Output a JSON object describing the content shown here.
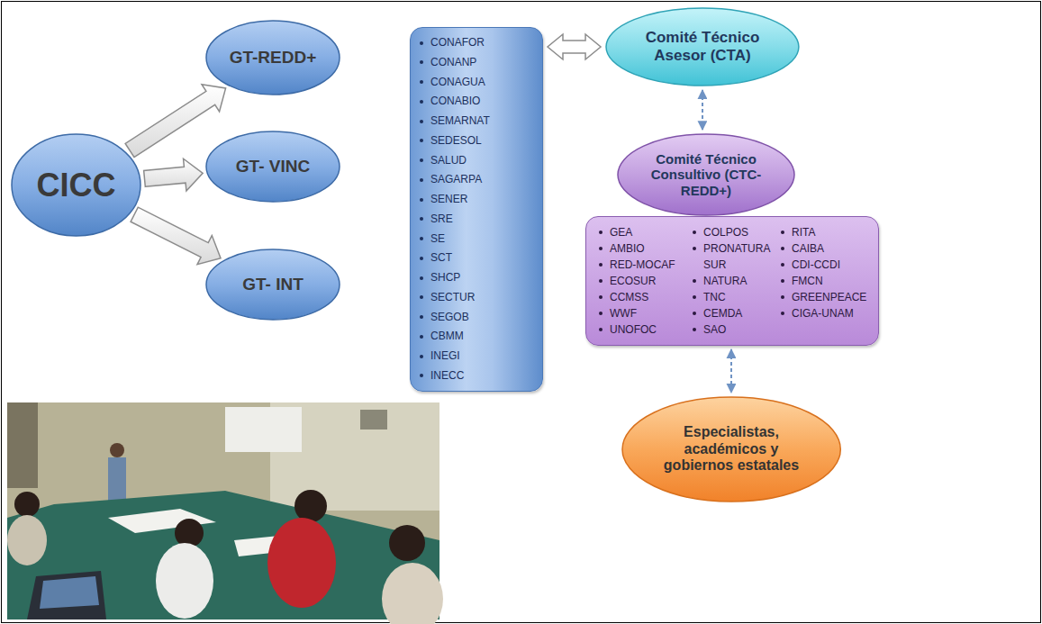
{
  "diagram": {
    "nodes": [
      {
        "text": [
          "CICC"
        ]
      },
      {
        "text": [
          "GT-REDD+"
        ]
      },
      {
        "text": [
          "GT- VINC"
        ]
      },
      {
        "text": [
          "GT- INT"
        ]
      },
      {
        "text": [
          "CONAFOR",
          "CONANP",
          "CONAGUA",
          "CONABIO",
          "SEMARNAT",
          "SEDESOL",
          "SALUD",
          "SAGARPA",
          "SENER",
          "SRE",
          "SE",
          "SCT",
          "SHCP",
          "SECTUR",
          "SEGOB",
          "CBMM",
          "INEGI",
          "INECC"
        ]
      },
      {
        "text": [
          "Comité Técnico Asesor (CTA)"
        ]
      },
      {
        "text": [
          "Comité Técnico Consultivo (CTC-REDD+)"
        ]
      },
      {
        "text": [
          "GEA",
          "AMBIO",
          "RED-MOCAF",
          "ECOSUR",
          "CCMSS",
          "WWF",
          "UNOFOC",
          "COLPOS",
          "PRONATURA SUR",
          "NATURA",
          "TNC",
          "CEMDA",
          "SAO",
          "RITA",
          "CAIBA",
          "CDI-CCDI",
          "FMCN",
          "GREENPEACE",
          "CIGA-UNAM"
        ]
      },
      {
        "text": [
          "Especialistas, académicos y gobiernos estatales"
        ]
      }
    ],
    "edges": [
      {
        "from": 0,
        "to": 1,
        "arrow": "to"
      },
      {
        "from": 0,
        "to": 2,
        "arrow": "to"
      },
      {
        "from": 0,
        "to": 3,
        "arrow": "to"
      },
      {
        "from": 4,
        "to": 5,
        "arrow": "both"
      },
      {
        "from": 5,
        "to": 6,
        "arrow": "both"
      },
      {
        "from": 7,
        "to": 8,
        "arrow": "both"
      }
    ]
  }
}
